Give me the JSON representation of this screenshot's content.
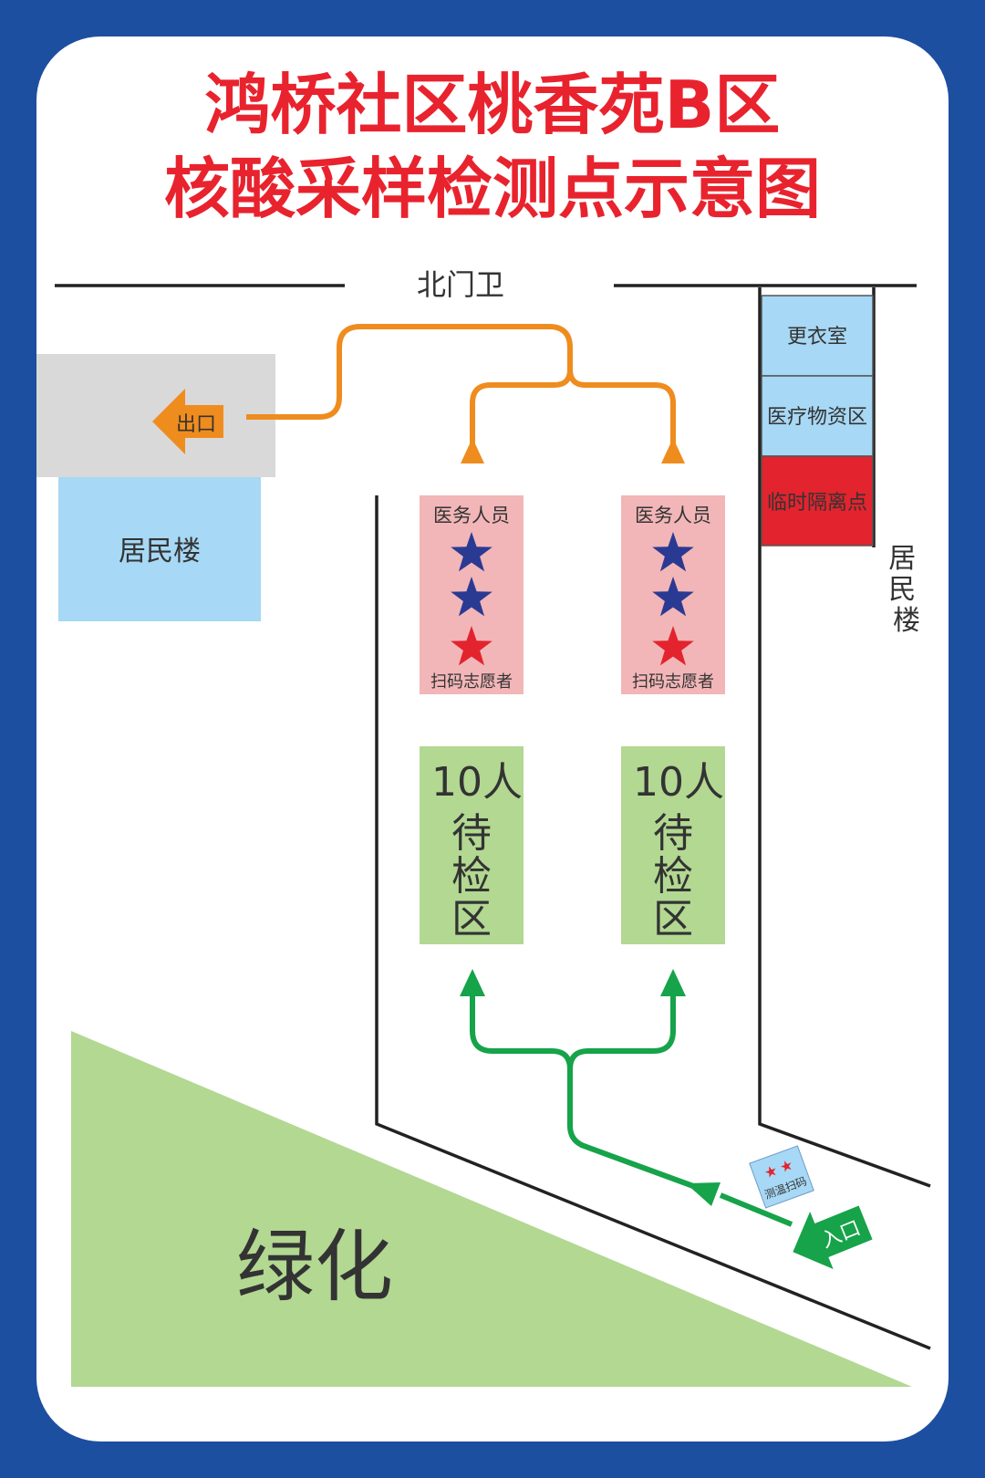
{
  "title": {
    "line1": "鸿桥社区桃香苑B区",
    "line2": "核酸采样检测点示意图"
  },
  "map": {
    "north_gate": "北门卫",
    "exit": "出口",
    "entrance": "入口",
    "building_left": "居民楼",
    "building_right": "居民楼",
    "green_area": "绿化",
    "checkpoint": "测温扫码",
    "rooms": [
      {
        "label": "更衣室",
        "color": "#a7d8f5"
      },
      {
        "label": "医疗物资区",
        "color": "#a7d8f5"
      },
      {
        "label": "临时隔离点",
        "color": "#e3232e"
      }
    ],
    "stations": [
      {
        "top_label": "医务人员",
        "bottom_label": "扫码志愿者"
      },
      {
        "top_label": "医务人员",
        "bottom_label": "扫码志愿者"
      }
    ],
    "waiting_zones": [
      {
        "count": "10人",
        "l1": "待",
        "l2": "检",
        "l3": "区"
      },
      {
        "count": "10人",
        "l1": "待",
        "l2": "检",
        "l3": "区"
      }
    ]
  },
  "colors": {
    "frame_blue": "#1d4fa0",
    "title_red": "#e8232e",
    "exit_route_orange": "#ef8c1e",
    "entry_route_green": "#16a34a",
    "station_pink": "#f2b6b8",
    "waiting_green": "#b2d892",
    "building_blue": "#a7d8f5",
    "star_blue": "#2a3a93",
    "star_red": "#e3232e"
  }
}
